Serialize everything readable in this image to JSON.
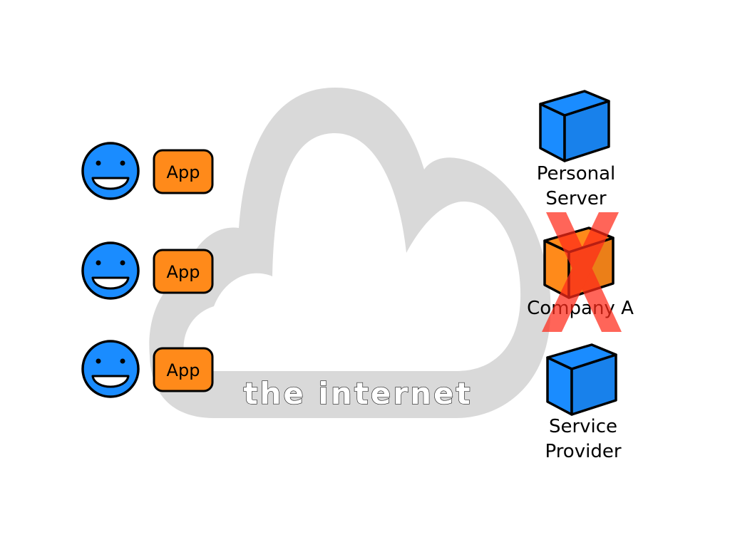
{
  "cloud": {
    "label": "the internet",
    "color": "#d9d9d9"
  },
  "users": [
    {
      "icon": "smiley-face-icon",
      "app_label": "App"
    },
    {
      "icon": "smiley-face-icon",
      "app_label": "App"
    },
    {
      "icon": "smiley-face-icon",
      "app_label": "App"
    }
  ],
  "servers": [
    {
      "icon": "server-box-icon",
      "label_line1": "Personal",
      "label_line2": "Server",
      "color": "#1a8cff",
      "crossed_out": false
    },
    {
      "icon": "server-box-icon",
      "label_line1": "Company A",
      "label_line2": "",
      "color": "#ff8a1a",
      "crossed_out": true
    },
    {
      "icon": "server-box-icon",
      "label_line1": "Service",
      "label_line2": "Provider",
      "color": "#1a8cff",
      "crossed_out": false
    }
  ],
  "colors": {
    "user_blue": "#1a8cff",
    "app_orange": "#ff8a1a",
    "cross_red": "#ff2a1a"
  }
}
